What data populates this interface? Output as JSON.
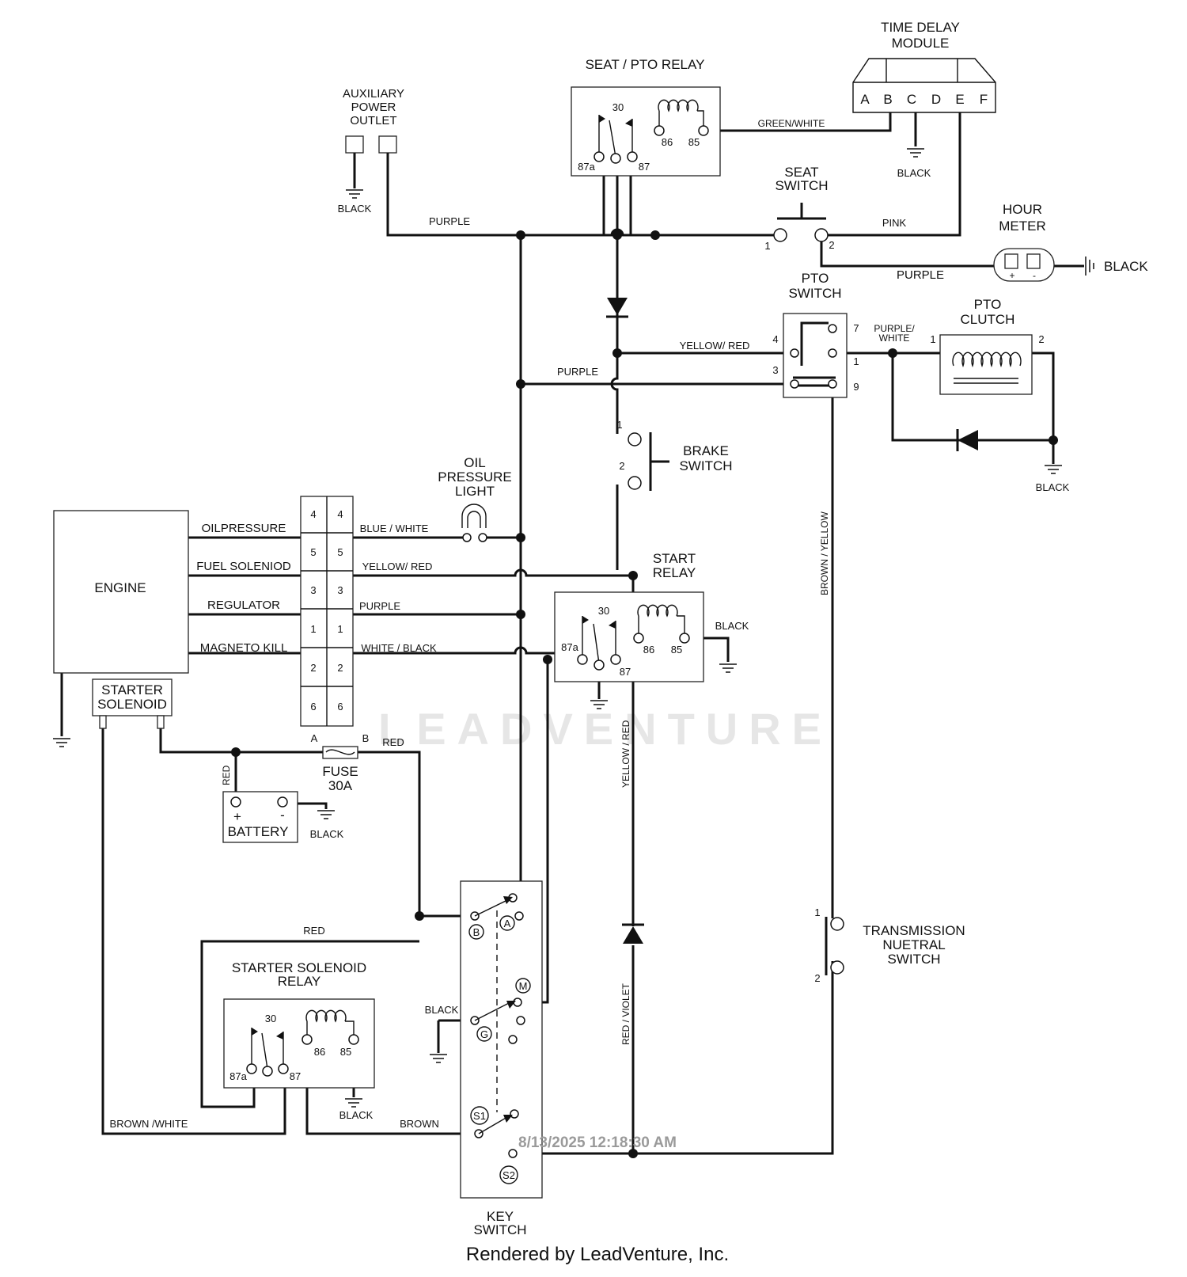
{
  "modules": {
    "time_delay": {
      "title_1": "TIME DELAY",
      "title_2": "MODULE",
      "pins": [
        "A",
        "B",
        "C",
        "D",
        "E",
        "F"
      ]
    },
    "seat_pto_relay": {
      "title": "SEAT / PTO RELAY"
    },
    "aux_outlet": {
      "title_1": "AUXILIARY",
      "title_2": "POWER",
      "title_3": "OUTLET"
    },
    "seat_switch": {
      "title_1": "SEAT",
      "title_2": "SWITCH"
    },
    "hour_meter": {
      "title_1": "HOUR",
      "title_2": "METER",
      "plus": "+",
      "minus": "-"
    },
    "pto_switch": {
      "title_1": "PTO",
      "title_2": "SWITCH"
    },
    "pto_clutch": {
      "title_1": "PTO",
      "title_2": "CLUTCH"
    },
    "brake_switch": {
      "title_1": "BRAKE",
      "title_2": "SWITCH"
    },
    "oil_light": {
      "title_1": "OIL",
      "title_2": "PRESSURE",
      "title_3": "LIGHT"
    },
    "engine": {
      "title": "ENGINE",
      "starter_1": "STARTER",
      "starter_2": "SOLENOID"
    },
    "start_relay": {
      "title_1": "START",
      "title_2": "RELAY"
    },
    "fuse": {
      "title_1": "FUSE",
      "title_2": "30A",
      "a": "A",
      "b": "B"
    },
    "battery": {
      "title": "BATTERY",
      "plus": "+",
      "minus": "-"
    },
    "starter_relay": {
      "title_1": "STARTER SOLENOID",
      "title_2": "RELAY"
    },
    "key_switch": {
      "title_1": "KEY",
      "title_2": "SWITCH",
      "terminals": [
        "B",
        "A",
        "M",
        "G",
        "S1",
        "S2"
      ]
    },
    "trans_switch": {
      "title_1": "TRANSMISSION",
      "title_2": "NUETRAL",
      "title_3": "SWITCH"
    }
  },
  "relay_pins": {
    "p30": "30",
    "p87a": "87a",
    "p87": "87",
    "p86": "86",
    "p85": "85"
  },
  "switch_pins": {
    "p1": "1",
    "p2": "2",
    "p3": "3",
    "p4": "4",
    "p7": "7",
    "p9": "9"
  },
  "engine_wires": [
    "OILPRESSURE",
    "FUEL SOLENIOD",
    "REGULATOR",
    "MAGNETO KILL"
  ],
  "connector_pins": [
    "4",
    "5",
    "3",
    "1",
    "2",
    "6"
  ],
  "wire_labels": {
    "green_white": "GREEN/WHITE",
    "black": "BLACK",
    "purple": "PURPLE",
    "pink": "PINK",
    "yellow_red": "YELLOW/ RED",
    "purple_white_1": "PURPLE/",
    "purple_white_2": "WHITE",
    "blue_white": "BLUE / WHITE",
    "white_black": "WHITE / BLACK",
    "brown_yellow": "BROWN / YELLOW",
    "yellow_red_v": "YELLOW / RED",
    "red": "RED",
    "red_violet": "RED / VIOLET",
    "brown_white": "BROWN /WHITE",
    "brown": "BROWN"
  },
  "watermark": "LEADVENTURE",
  "timestamp": "8/13/2025 12:18:30 AM",
  "footer": "Rendered by LeadVenture, Inc."
}
